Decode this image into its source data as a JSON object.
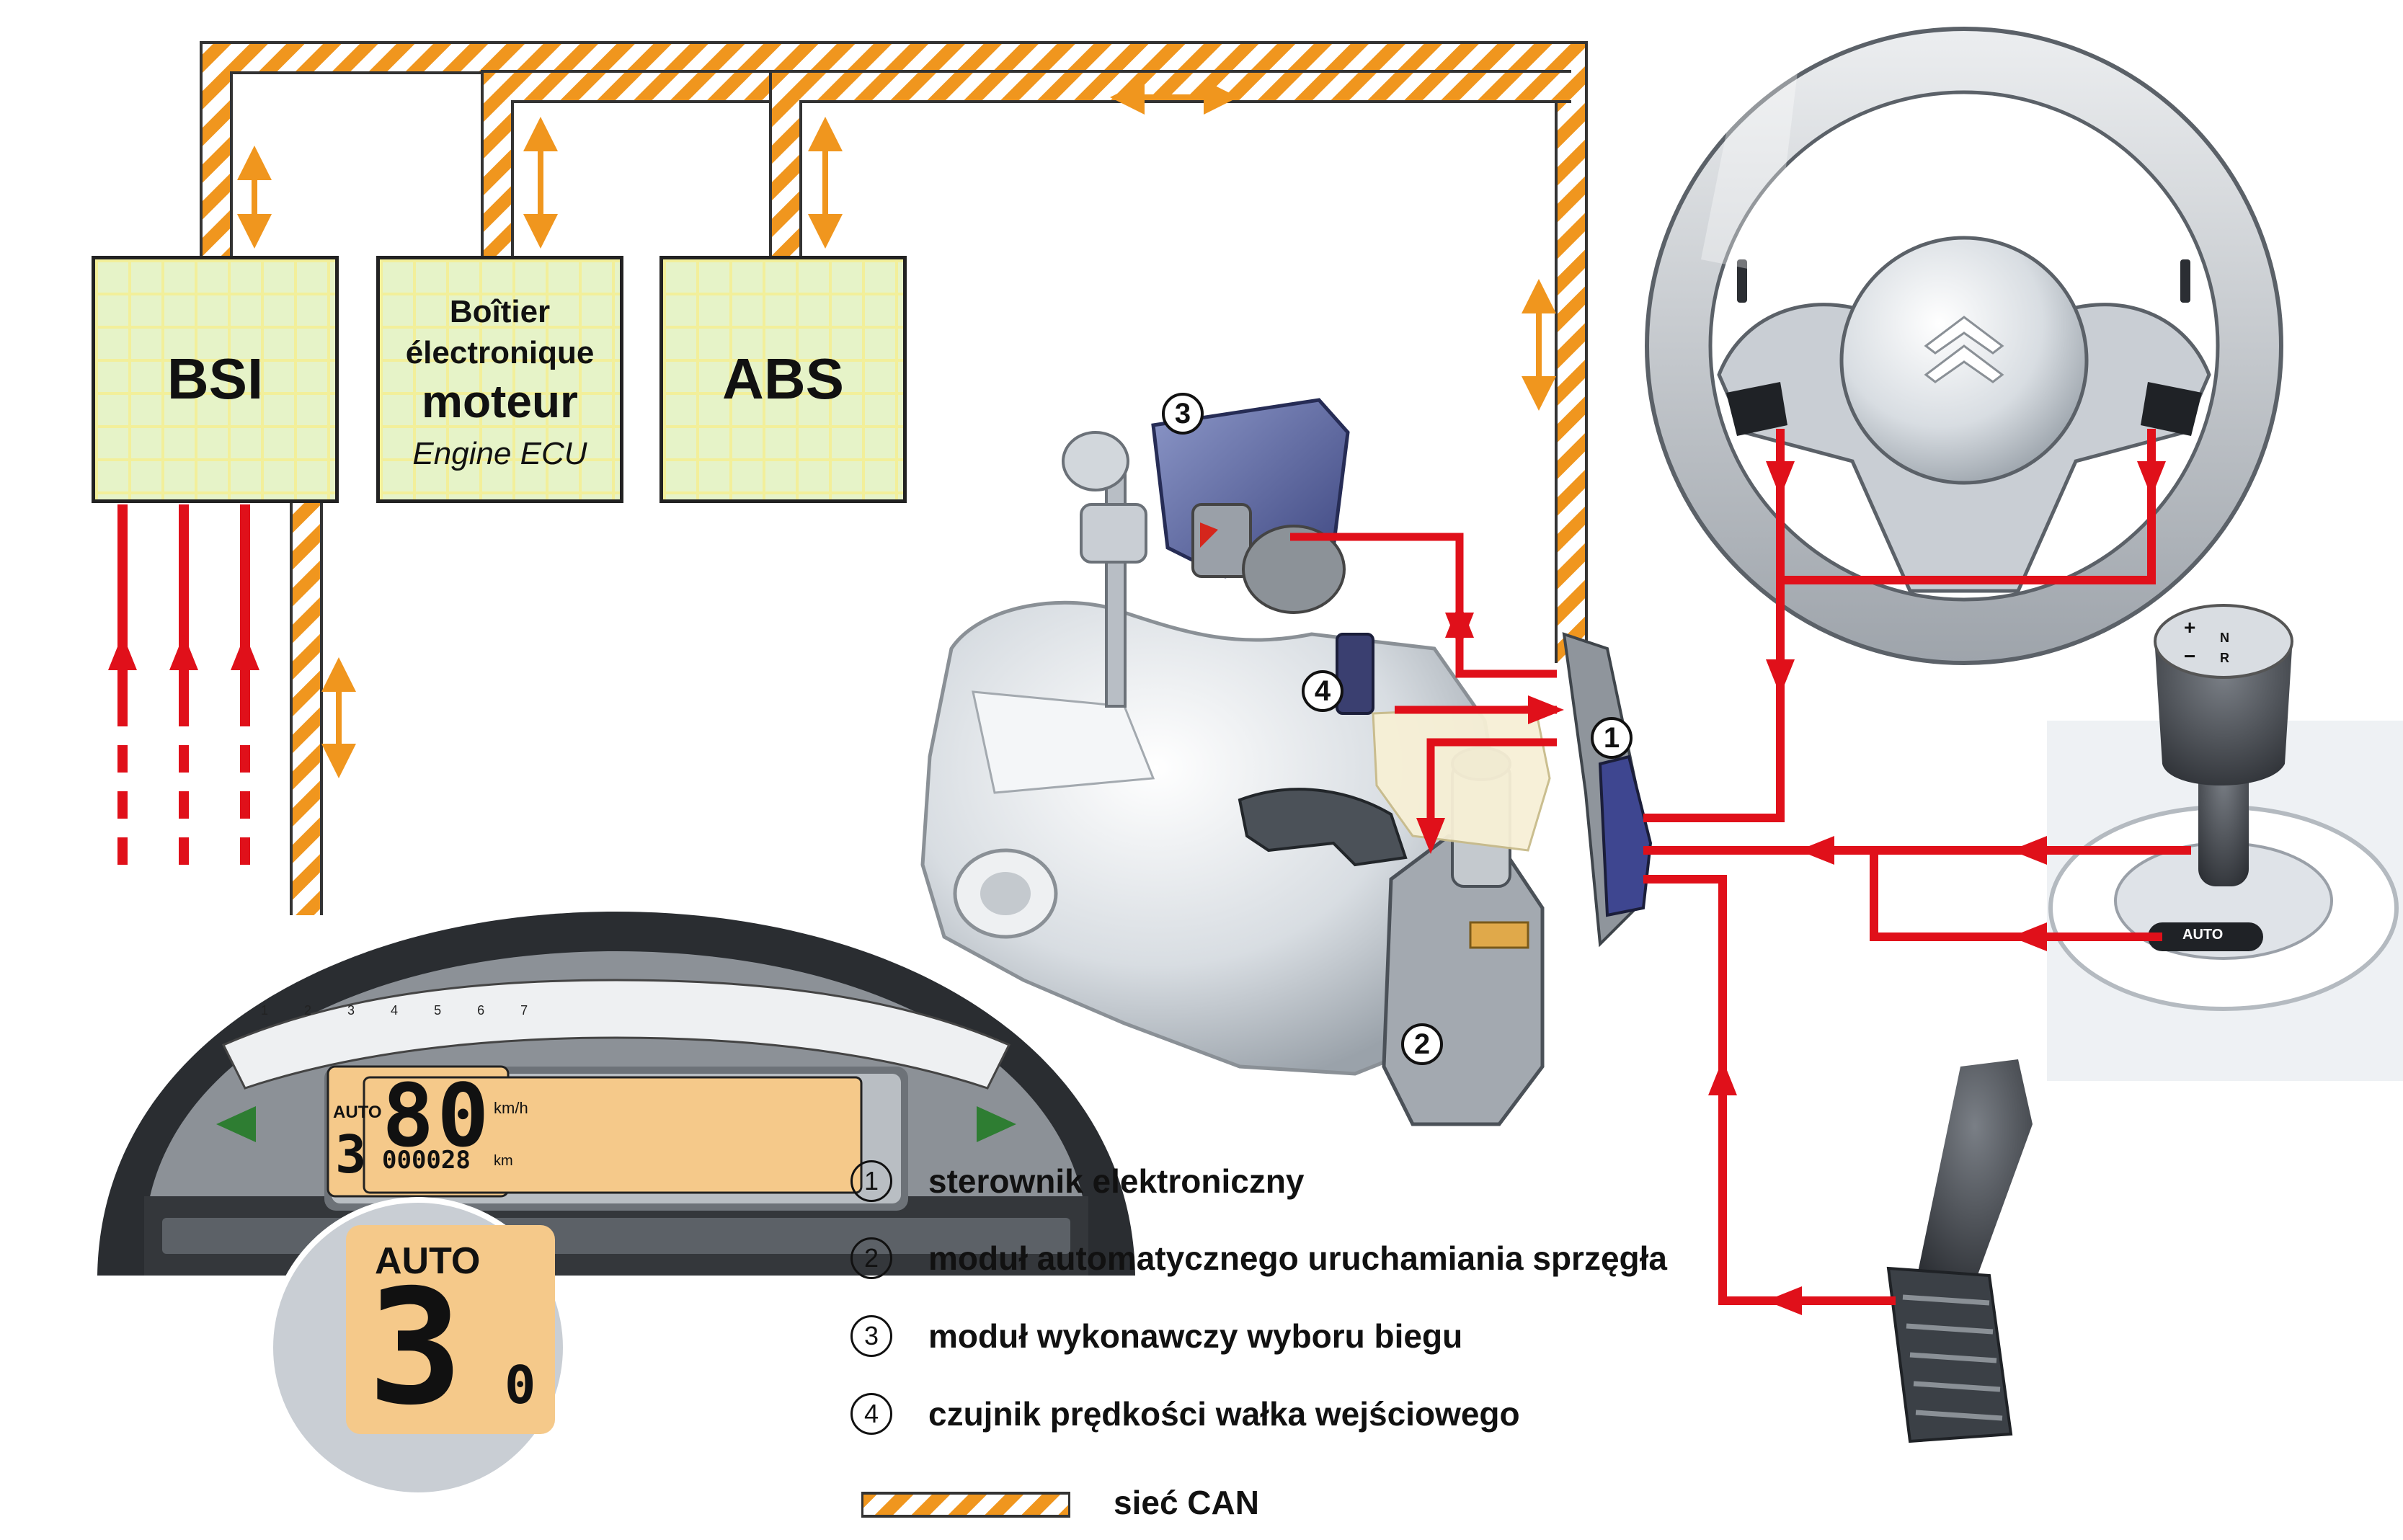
{
  "boxes": {
    "bsi": {
      "label": "BSI"
    },
    "engine_ecu": {
      "line1": "Boîtier",
      "line2": "électronique",
      "line3": "moteur",
      "line4": "Engine ECU"
    },
    "abs": {
      "label": "ABS"
    }
  },
  "badges": {
    "b1": "1",
    "b2": "2",
    "b3": "3",
    "b4": "4"
  },
  "dashboard": {
    "speed": "80",
    "speed_unit": "km/h",
    "auto_label": "AUTO",
    "gear": "3",
    "odometer": "000028",
    "odometer_unit": "km",
    "scale": [
      "1",
      "2",
      "3",
      "4",
      "5",
      "6",
      "7"
    ],
    "zoom_auto": "AUTO",
    "zoom_gear": "3",
    "zoom_digit": "0"
  },
  "shifter": {
    "plus": "+",
    "minus": "−",
    "n": "N",
    "r": "R",
    "auto_button": "AUTO"
  },
  "legend": [
    {
      "num": "1",
      "text": "sterownik elektroniczny"
    },
    {
      "num": "2",
      "text": "moduł automatycznego uruchamiania sprzęgła"
    },
    {
      "num": "3",
      "text": "moduł wykonawczy wyboru biegu"
    },
    {
      "num": "4",
      "text": "czujnik prędkości wałka wejściowego"
    }
  ],
  "can_legend": "sieć CAN",
  "colors": {
    "can_orange": "#f0961e",
    "signal_red": "#e0101a",
    "box_green": "#e6f3c8",
    "lcd": "#f5c98a"
  }
}
